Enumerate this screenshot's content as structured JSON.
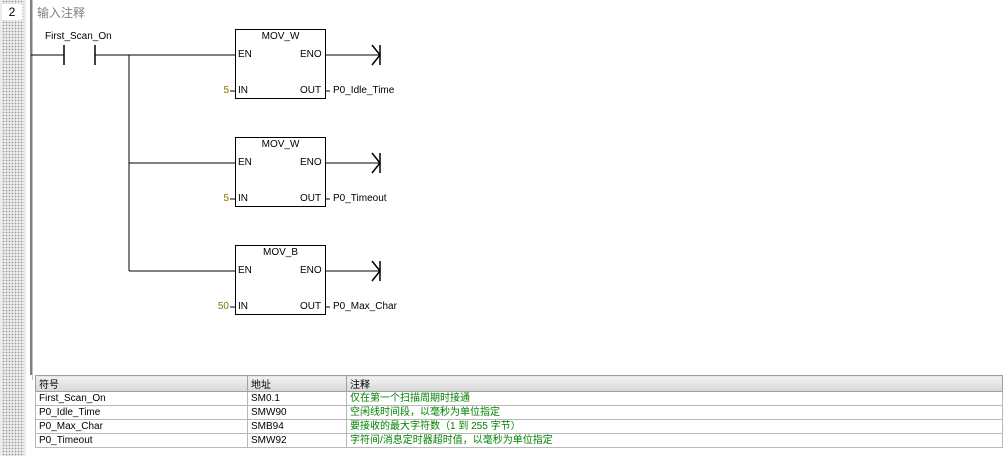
{
  "network": {
    "number": "2",
    "comment": "输入注释"
  },
  "contact": {
    "label": "First_Scan_On"
  },
  "blocks": [
    {
      "name": "MOV_W",
      "en": "EN",
      "eno": "ENO",
      "in": "IN",
      "out": "OUT",
      "in_value": "5",
      "out_value": "P0_Idle_Time"
    },
    {
      "name": "MOV_W",
      "en": "EN",
      "eno": "ENO",
      "in": "IN",
      "out": "OUT",
      "in_value": "5",
      "out_value": "P0_Timeout"
    },
    {
      "name": "MOV_B",
      "en": "EN",
      "eno": "ENO",
      "in": "IN",
      "out": "OUT",
      "in_value": "50",
      "out_value": "P0_Max_Char"
    }
  ],
  "symbol_table": {
    "headers": [
      "符号",
      "地址",
      "注释"
    ],
    "rows": [
      [
        "First_Scan_On",
        "SM0.1",
        "仅在第一个扫描周期时接通"
      ],
      [
        "P0_Idle_Time",
        "SMW90",
        "空闲线时间段，以毫秒为单位指定"
      ],
      [
        "P0_Max_Char",
        "SMB94",
        "要接收的最大字符数（1 到 255 字节）"
      ],
      [
        "P0_Timeout",
        "SMW92",
        "字符间/消息定时器超时值，以毫秒为单位指定"
      ]
    ]
  }
}
